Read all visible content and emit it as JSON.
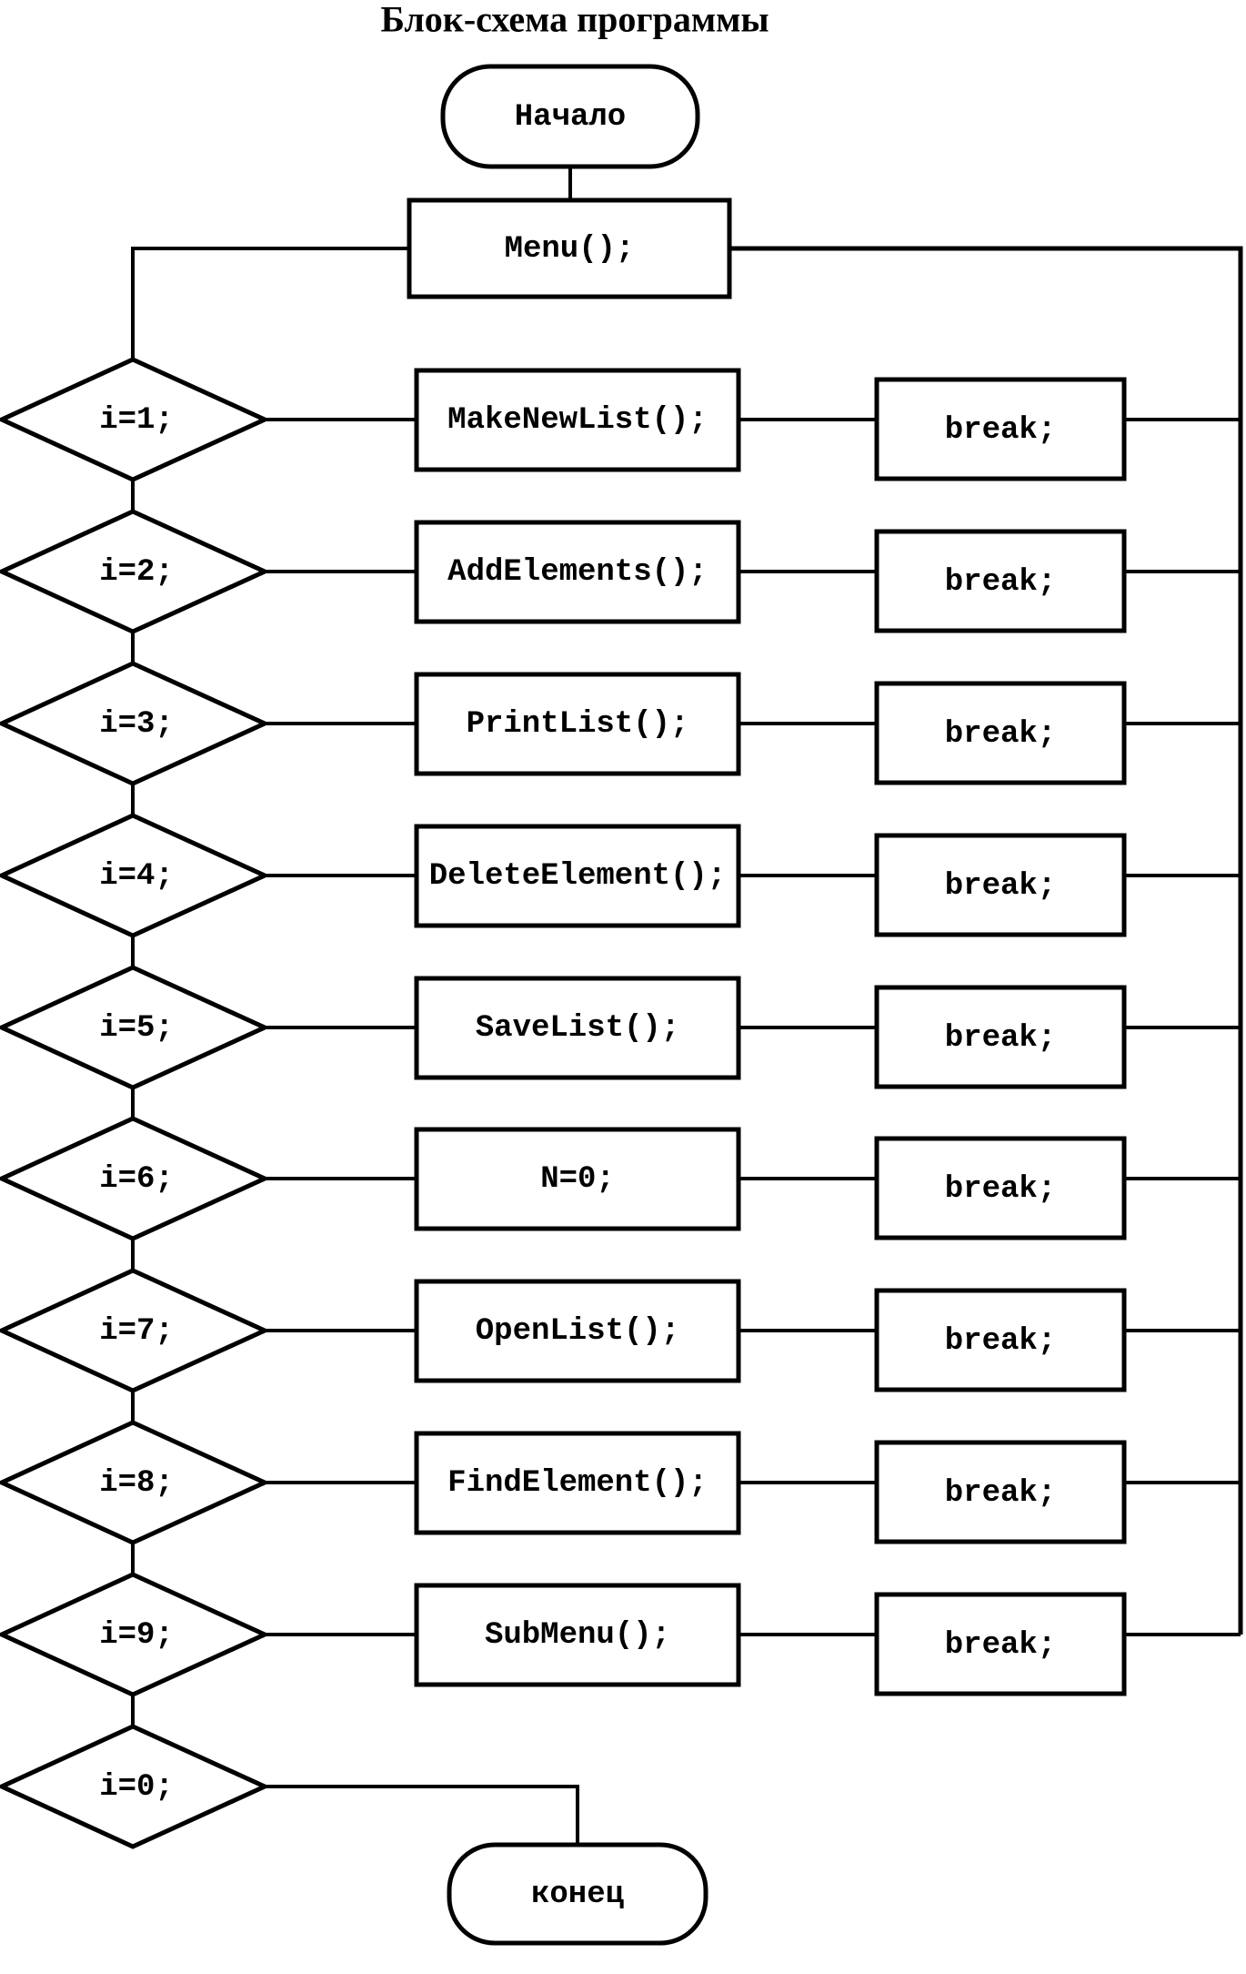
{
  "title": "Блок-схема программы",
  "start": {
    "label": "Начало"
  },
  "menu": {
    "label": "Menu();"
  },
  "cases": [
    {
      "condition": "i=1;",
      "action": "MakeNewList();",
      "break_label": "break;"
    },
    {
      "condition": "i=2;",
      "action": "AddElements();",
      "break_label": "break;"
    },
    {
      "condition": "i=3;",
      "action": "PrintList();",
      "break_label": "break;"
    },
    {
      "condition": "i=4;",
      "action": "DeleteElement();",
      "break_label": "break;"
    },
    {
      "condition": "i=5;",
      "action": "SaveList();",
      "break_label": "break;"
    },
    {
      "condition": "i=6;",
      "action": "N=0;",
      "break_label": "break;"
    },
    {
      "condition": "i=7;",
      "action": "OpenList();",
      "break_label": "break;"
    },
    {
      "condition": "i=8;",
      "action": "FindElement();",
      "break_label": "break;"
    },
    {
      "condition": "i=9;",
      "action": "SubMenu();",
      "break_label": "break;"
    }
  ],
  "final_case": {
    "condition": "i=0;"
  },
  "end": {
    "label": "конец"
  },
  "colors": {
    "ink": "#000000",
    "background": "#ffffff"
  }
}
